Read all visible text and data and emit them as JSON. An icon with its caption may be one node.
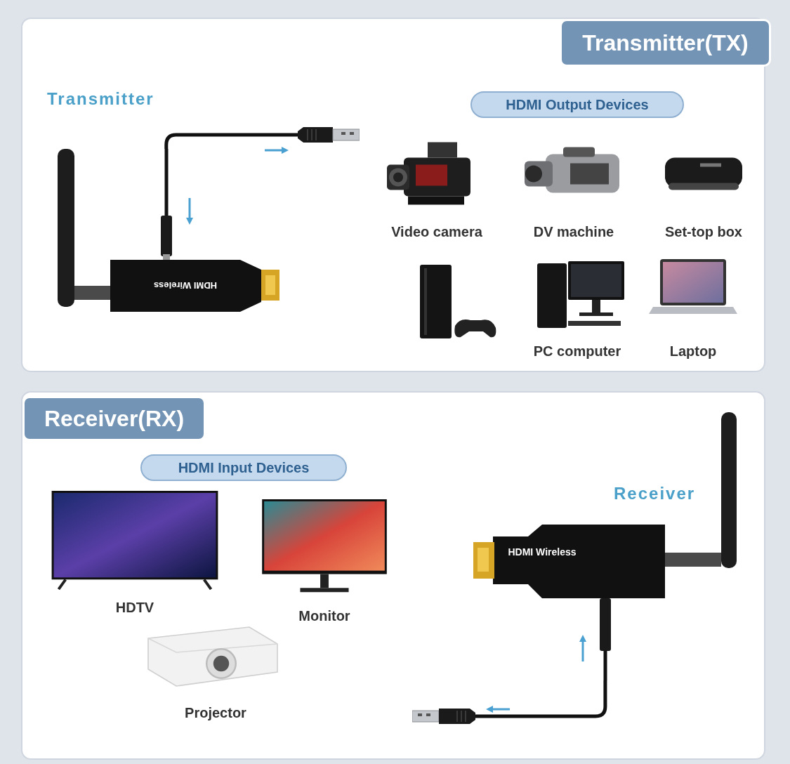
{
  "diagram": {
    "nodes": [
      {
        "text": [
          "Transmitter(TX)"
        ]
      },
      {
        "text": [
          "Transmitter"
        ],
        "in": 0
      },
      {
        "text": [],
        "shape": "picture",
        "in": 0
      },
      {
        "text": [
          "HDMI Output Devices"
        ],
        "in": 0
      },
      {
        "text": [
          "Video camera"
        ],
        "in": 0
      },
      {
        "text": [
          "DV machine"
        ],
        "in": 0
      },
      {
        "text": [
          "Set-top box"
        ],
        "in": 0
      },
      {
        "text": [],
        "shape": "picture",
        "in": 0
      },
      {
        "text": [
          "PC computer"
        ],
        "in": 0
      },
      {
        "text": [
          "Laptop"
        ],
        "in": 0
      },
      {
        "text": [
          "Receiver(RX)"
        ]
      },
      {
        "text": [
          "HDMI Input Devices"
        ],
        "in": 10
      },
      {
        "text": [
          "HDTV"
        ],
        "in": 10
      },
      {
        "text": [
          "Monitor"
        ],
        "in": 10
      },
      {
        "text": [
          "Projector"
        ],
        "in": 10
      },
      {
        "text": [
          "Receiver"
        ],
        "in": 10
      },
      {
        "text": [],
        "shape": "picture",
        "in": 10
      }
    ],
    "edges": [
      {
        "from": 1,
        "to": 2,
        "arrow": "none"
      },
      {
        "from": 15,
        "to": 16,
        "arrow": "none"
      }
    ],
    "labels": [
      "HDMI Wireless",
      "HDMI Wireless"
    ]
  }
}
